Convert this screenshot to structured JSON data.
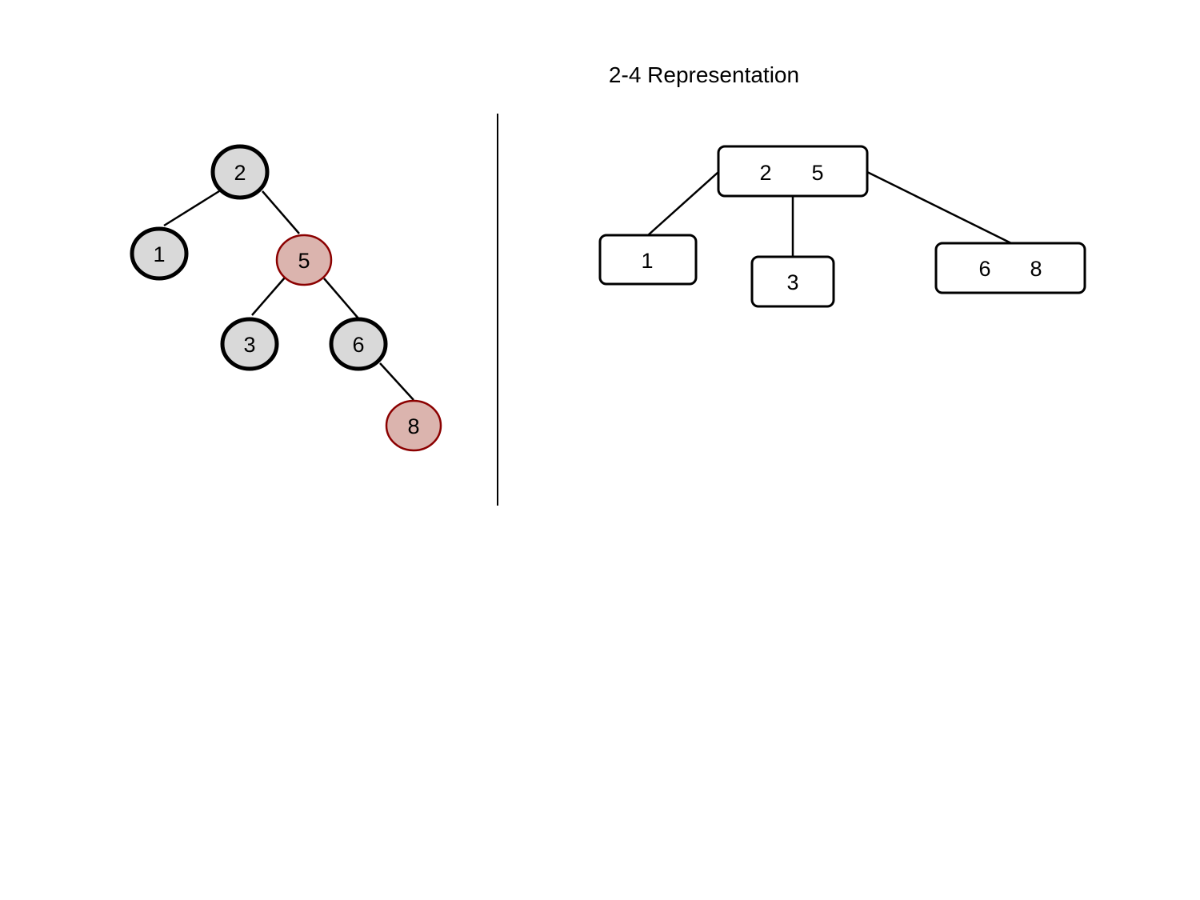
{
  "title": "2-4 Representation",
  "colors": {
    "black_fill": "#d9d9d9",
    "black_stroke": "#000000",
    "red_fill": "#dbb4ae",
    "red_stroke": "#8b0000",
    "edge": "#000000"
  },
  "red_black_tree": {
    "nodes": [
      {
        "id": "rb-2",
        "label": "2",
        "color": "black"
      },
      {
        "id": "rb-1",
        "label": "1",
        "color": "black"
      },
      {
        "id": "rb-5",
        "label": "5",
        "color": "red"
      },
      {
        "id": "rb-3",
        "label": "3",
        "color": "black"
      },
      {
        "id": "rb-6",
        "label": "6",
        "color": "black"
      },
      {
        "id": "rb-8",
        "label": "8",
        "color": "red"
      }
    ],
    "edges": [
      [
        "rb-2",
        "rb-1"
      ],
      [
        "rb-2",
        "rb-5"
      ],
      [
        "rb-5",
        "rb-3"
      ],
      [
        "rb-5",
        "rb-6"
      ],
      [
        "rb-6",
        "rb-8"
      ]
    ]
  },
  "two_four_tree": {
    "nodes": [
      {
        "id": "tf-root",
        "keys": [
          "2",
          "5"
        ]
      },
      {
        "id": "tf-1",
        "keys": [
          "1"
        ]
      },
      {
        "id": "tf-3",
        "keys": [
          "3"
        ]
      },
      {
        "id": "tf-68",
        "keys": [
          "6",
          "8"
        ]
      }
    ],
    "edges": [
      [
        "tf-root",
        "tf-1"
      ],
      [
        "tf-root",
        "tf-3"
      ],
      [
        "tf-root",
        "tf-68"
      ]
    ]
  }
}
